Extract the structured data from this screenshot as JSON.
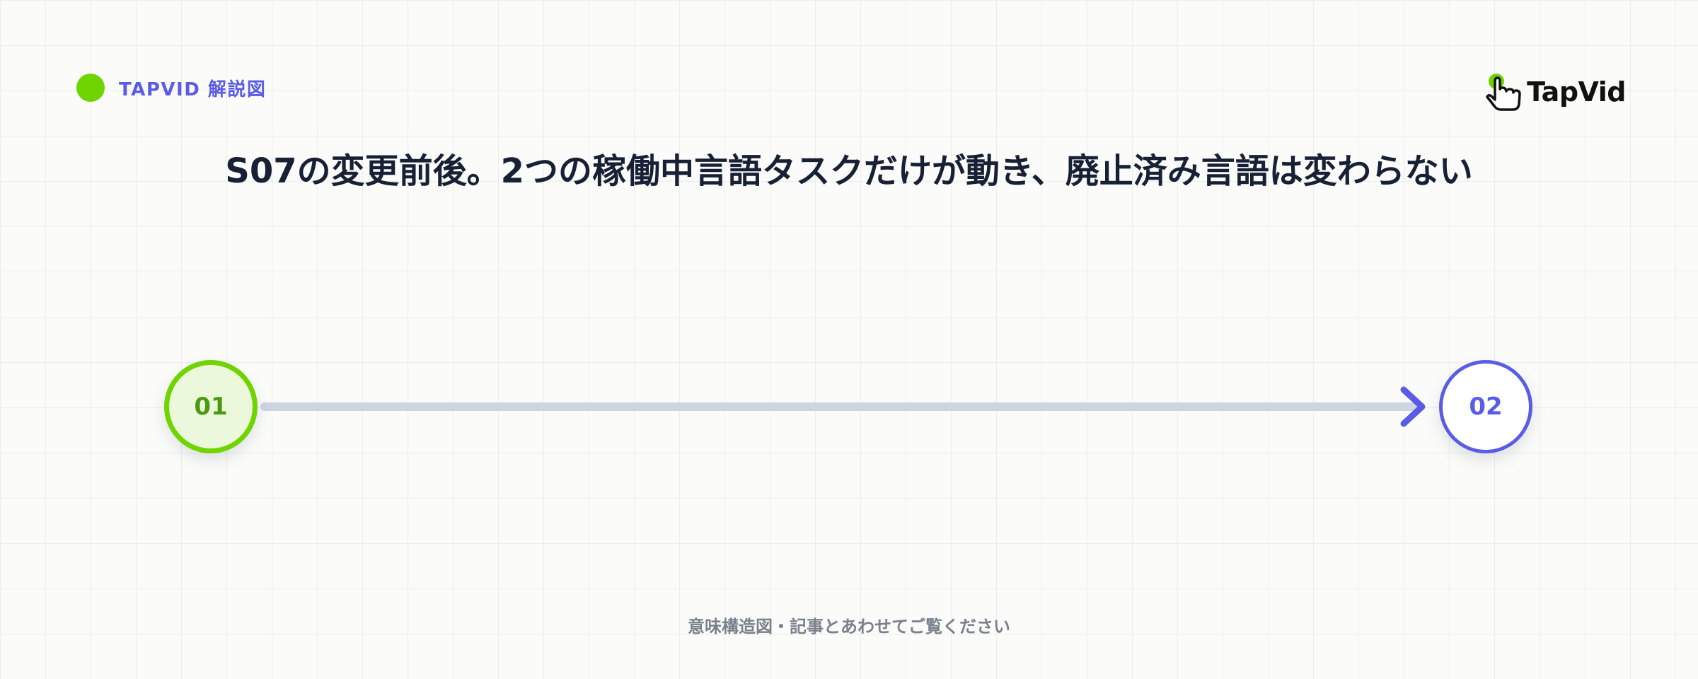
{
  "brand": {
    "tag_label": "TAPVID 解説図",
    "logo_text": "TapVid",
    "accent_color": "#6fd400",
    "primary_color": "#5b5ce6"
  },
  "title": "S07の変更前後。2つの稼働中言語タスクだけが動き、廃止済み言語は変わらない",
  "flow": {
    "steps": [
      {
        "label": "01",
        "color": "#6fd400"
      },
      {
        "label": "02",
        "color": "#5b5ce6"
      }
    ],
    "connector_color": "#cdd5e1"
  },
  "footer": "意味構造図・記事とあわせてご覧ください"
}
